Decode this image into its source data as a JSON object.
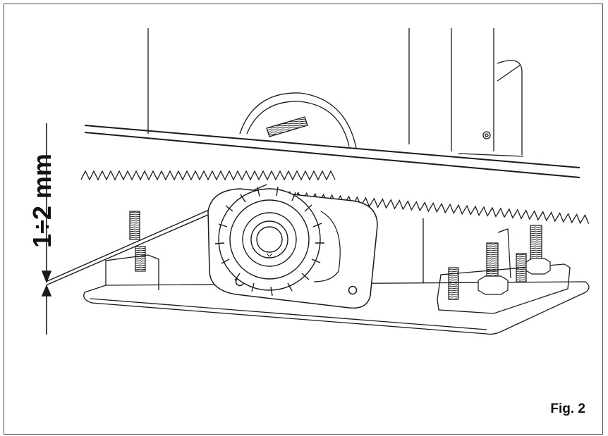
{
  "figure": {
    "dimension_label": "1÷2 mm",
    "caption": "Fig. 2"
  },
  "parts": [
    {
      "name": "motor-housing",
      "kind": "gate operator body"
    },
    {
      "name": "rack",
      "kind": "toothed gear rack"
    },
    {
      "name": "pinion",
      "kind": "drive gear"
    },
    {
      "name": "base-plate",
      "kind": "foundation plate"
    },
    {
      "name": "anchor-bolts",
      "kind": "threaded studs with nuts"
    },
    {
      "name": "gap-indicator",
      "kind": "dimension arrows"
    }
  ],
  "colors": {
    "line": "#1a1a1a",
    "background": "#ffffff",
    "shade": "#e9e9e9"
  }
}
